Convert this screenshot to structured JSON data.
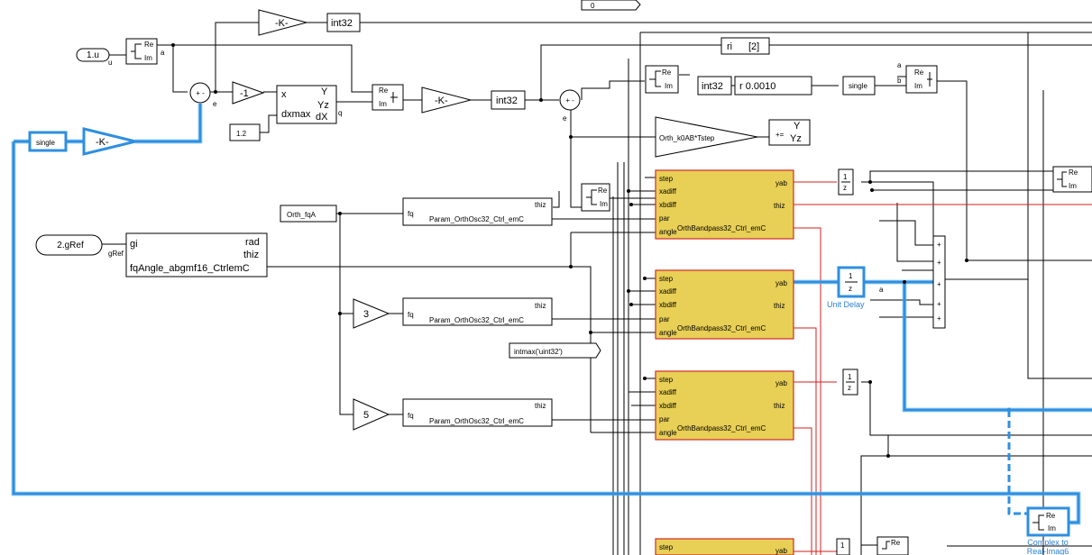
{
  "blocks": {
    "in1": "1.u",
    "in2": "2.gRef",
    "u_sig": "u",
    "gref_sig": "gRef",
    "gain_k": "-K-",
    "gain_neg1": "-1",
    "const_1_2": "1.2",
    "int32": "int32",
    "single": "single",
    "ri2_a": "ri",
    "ri2_b": "[2]",
    "r0010": "r 0.0010",
    "zero_const": "0",
    "orth_fqa": "Orth_fqA",
    "gain3": "3",
    "gain5": "5",
    "intmax": "intmax('uint32')",
    "orth_gain": "Orth_k0AB*Tstep",
    "param_osc": "Param_OrthOsc32_Ctrl_emC",
    "bandpass": "OrthBandpass32_Ctrl_emC",
    "angle_block": "fqAngle_abgmf16_CtrlemC",
    "unit_delay": "Unit Delay",
    "complex_a": "Complex to",
    "complex_b": "Real-Imag6"
  },
  "ports": {
    "re": "Re",
    "im": "Im",
    "step": "step",
    "xadiff": "xadiff",
    "xbdiff": "xbdiff",
    "par": "par",
    "angle": "angle",
    "yab": "yab",
    "thiz": "thiz",
    "fq": "fq",
    "gi": "gi",
    "rad": "rad",
    "x": "x",
    "y": "Y",
    "yz": "Yz",
    "dx": "dX",
    "dxmax": "dxmax",
    "one": "1",
    "z": "z",
    "plus_minus": "+ -",
    "pm2": "+ -",
    "pe": "+=",
    "a": "a",
    "b": "b",
    "e": "e",
    "q": "q",
    "plus": "+"
  },
  "colors": {
    "subsystem_fill": "#e8cf55",
    "subsystem_border": "#d22a2a",
    "selected": "#2f8fe0",
    "red_signal": "#d31f1f"
  }
}
